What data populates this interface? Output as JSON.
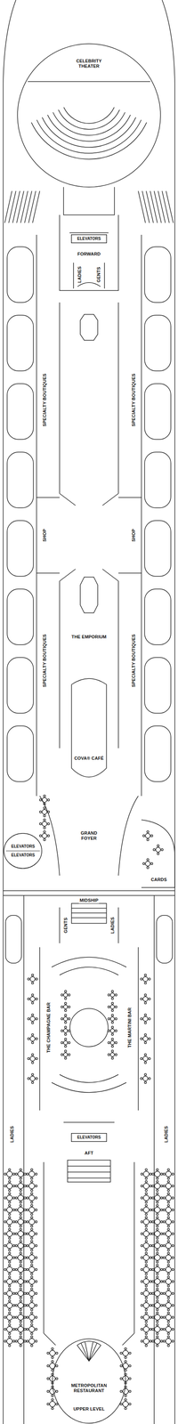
{
  "diagram": {
    "nodes": [
      {
        "text": [
          "ELEVATORS"
        ]
      },
      {
        "text": [
          "ELEVATORS",
          "ELEVATORS"
        ]
      },
      {
        "text": [
          "ELEVATORS"
        ]
      }
    ],
    "labels": [
      "CELEBRITY THEATER",
      "FORWARD",
      "LADIES",
      "GENTS",
      "SPECIALTY BOUTIQUES",
      "SPECIALTY BOUTIQUES",
      "SHOP",
      "SHOP",
      "SPECIALTY BOUTIQUES",
      "SPECIALTY BOUTIQUES",
      "THE EMPORIUM",
      "COVA® CAFÉ",
      "GRAND FOYER",
      "CARDS",
      "MIDSHIP",
      "GENTS",
      "LADIES",
      "THE CHAMPAGNE BAR",
      "THE MARTINI BAR",
      "AFT",
      "LADIES",
      "LADIES",
      "METROPOLITAN RESTAURANT",
      "UPPER LEVEL"
    ]
  }
}
